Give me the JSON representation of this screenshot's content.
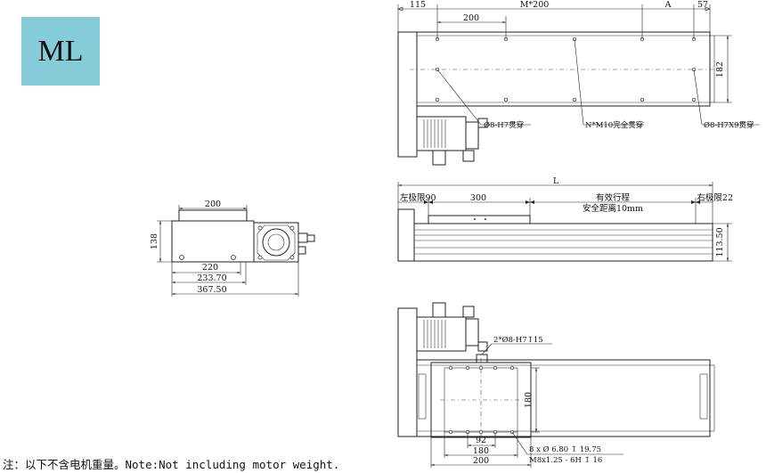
{
  "badge": {
    "label": "ML"
  },
  "note": "注：以下不含电机重量。Note:Not including motor weight.",
  "end_view": {
    "dims": {
      "top_width": "200",
      "height": "138",
      "w1": "220",
      "w2": "233.70",
      "w3": "367.50"
    }
  },
  "top_view": {
    "dims": {
      "d115": "115",
      "d200": "200",
      "pitch": "M*200",
      "a": "A",
      "d57": "57",
      "d182": "182"
    },
    "callouts": {
      "left": "Ø8-H7贯穿",
      "mid": "N*M10完全贯穿",
      "right": "Ø8-H7X9贯穿"
    }
  },
  "side_view": {
    "dims": {
      "total": "L",
      "left_limit": "左极限90",
      "d300": "300",
      "stroke": "有效行程",
      "safety": "安全距离10mm",
      "right_limit": "右极限22",
      "height": "113.50"
    }
  },
  "bottom_view": {
    "callouts": {
      "top": "2*Ø8-H7↧15",
      "holes": "8 x Ø 6.80 ↧ 19.75",
      "thread": "M8x1.25 - 6H ↧ 16"
    },
    "dims": {
      "d180v": "180",
      "d92": "92",
      "d180": "180",
      "d200": "200"
    }
  }
}
